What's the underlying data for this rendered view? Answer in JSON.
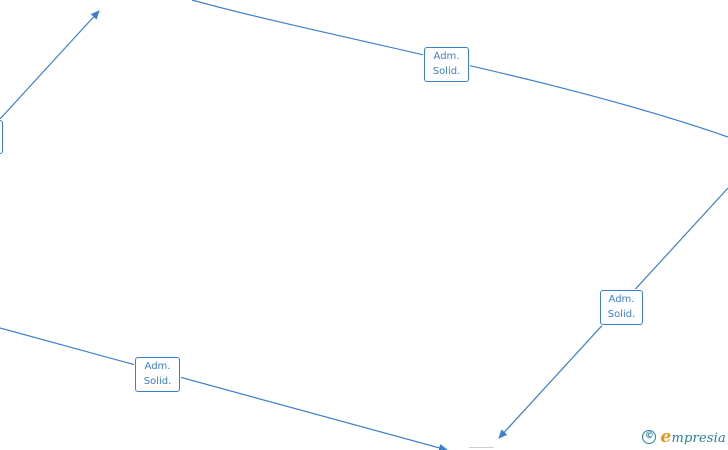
{
  "diagram": {
    "edge_color": "#3b7fcf",
    "labels": [
      {
        "line1": "Adm.",
        "line2": "Solid."
      },
      {
        "line1": "Adm.",
        "line2": "Solid."
      },
      {
        "line1": "Adm.",
        "line2": "Solid."
      }
    ]
  },
  "watermark": {
    "copyright_symbol": "©",
    "brand_first_letter": "e",
    "brand_rest": "mpresia",
    "brand_color": "#2a7fa0",
    "accent_color": "#e8951c"
  }
}
